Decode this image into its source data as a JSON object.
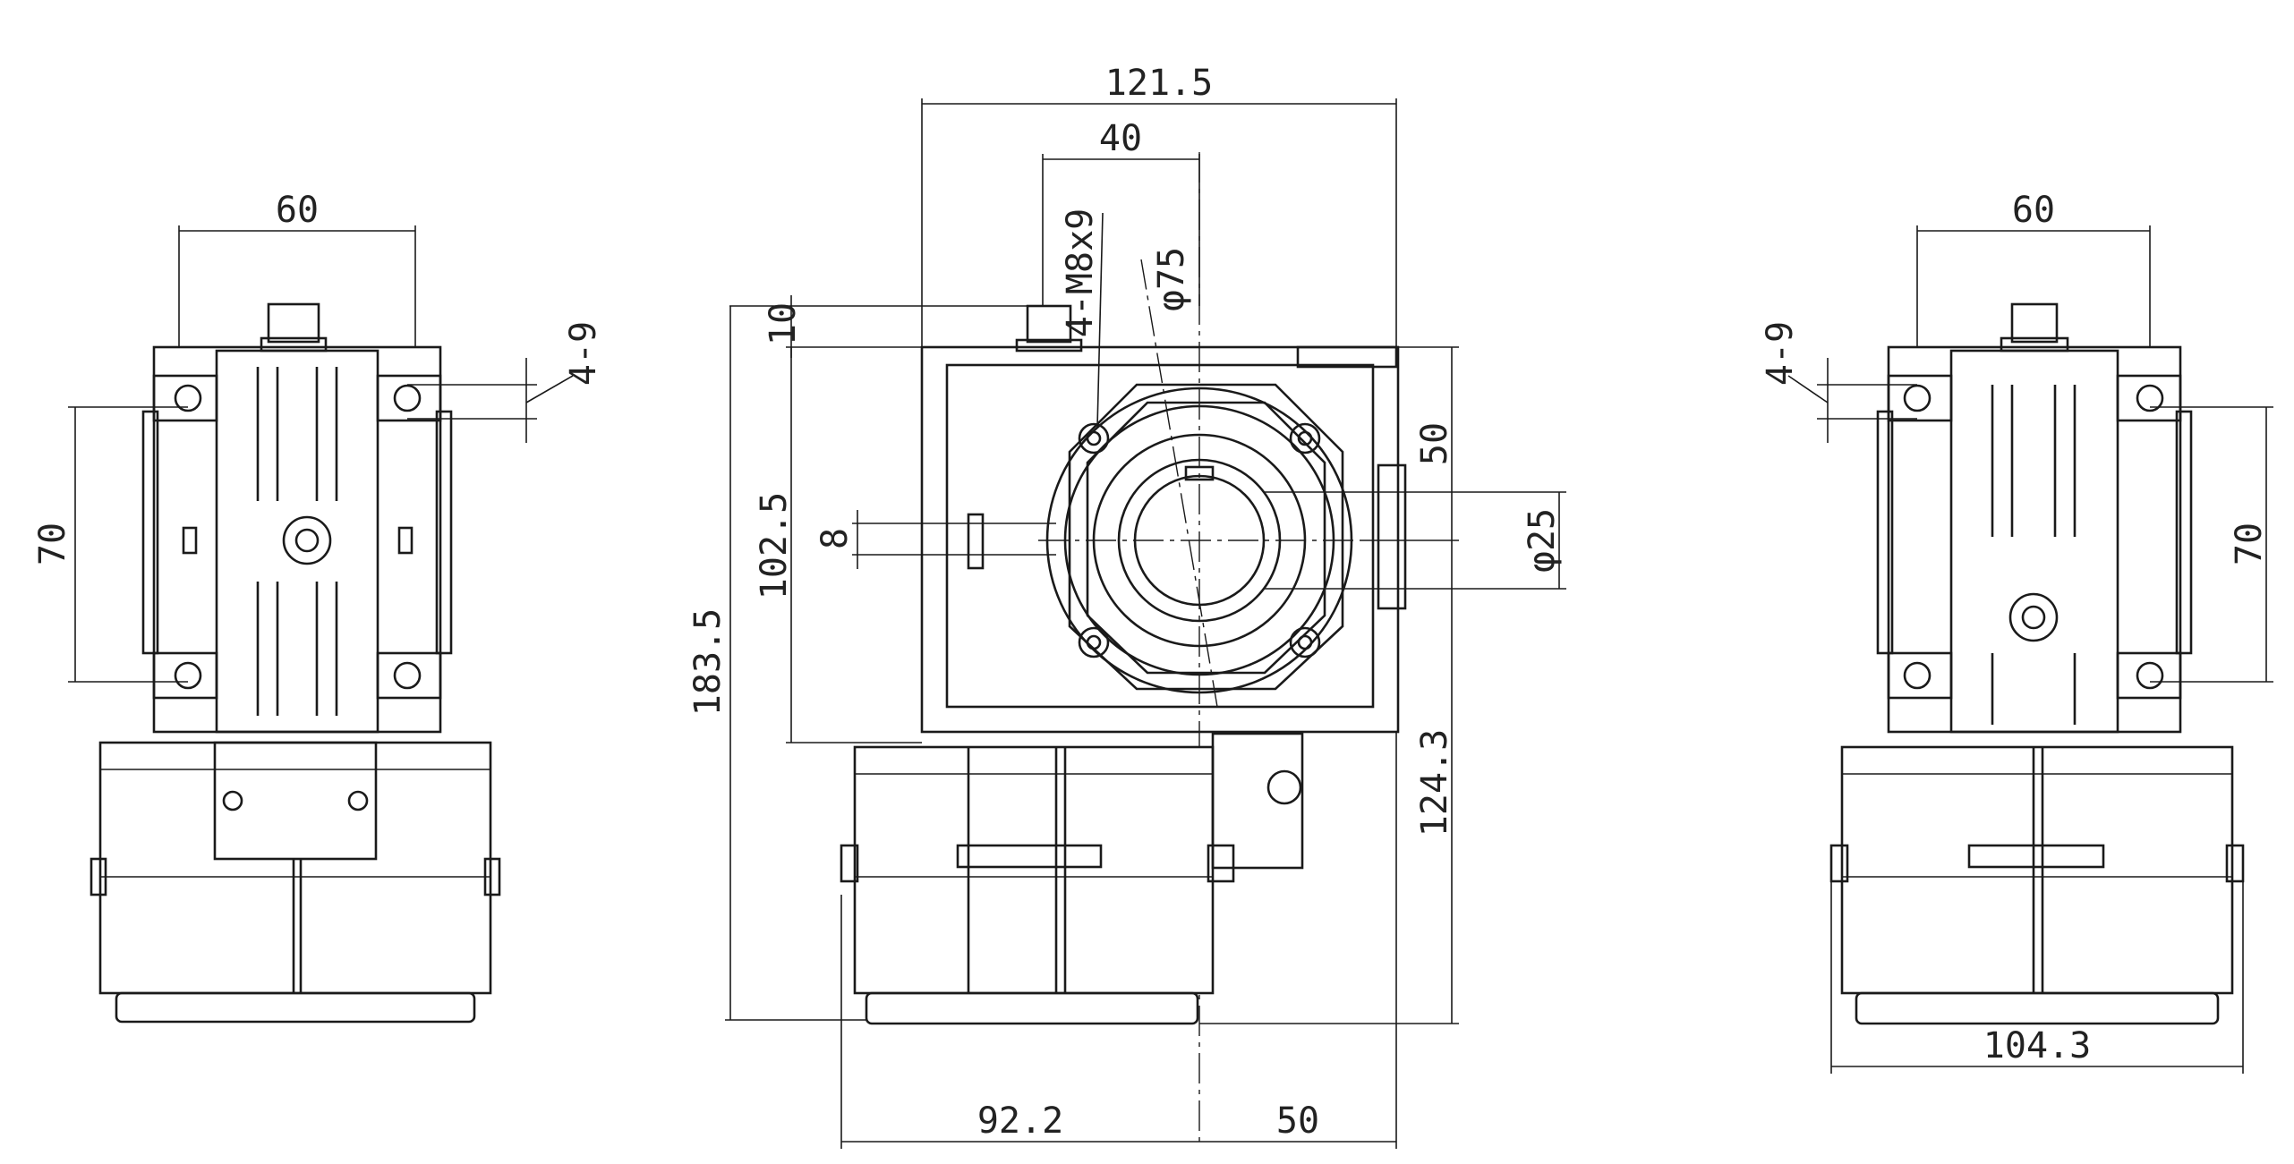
{
  "drawing": {
    "background": "#ffffff",
    "line_color": "#1a1a1a",
    "views": [
      {
        "name": "left-side-view",
        "dimensions": {
          "width": "60",
          "height": "70",
          "slot": "4-9"
        }
      },
      {
        "name": "front-view",
        "dimensions": {
          "total_width": "121.5",
          "offset_40": "40",
          "thread": "4-M8x9",
          "bolt_circle": "φ75",
          "top_10": "10",
          "height_102": "102.5",
          "overall_height": "183.5",
          "key_8": "8",
          "span_50_right": "50",
          "shaft_bore": "φ25",
          "height_124": "124.3",
          "width_92": "92.2",
          "width_50_bottom": "50"
        }
      },
      {
        "name": "right-side-view",
        "dimensions": {
          "width": "60",
          "height": "70",
          "slot": "4-9",
          "overall_width": "104.3"
        }
      }
    ]
  }
}
